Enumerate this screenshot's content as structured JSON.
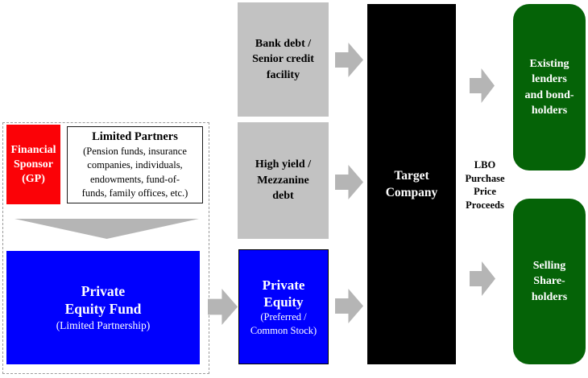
{
  "colors": {
    "red": "#fb0207",
    "blue": "#0000fe",
    "green": "#056307",
    "gray_box": "#c2c2c2",
    "arrow_gray": "#b5b5b5",
    "black": "#000000"
  },
  "sponsor_group": {
    "financial_sponsor_label": "Financial\nSponsor\n(GP)",
    "limited_partners_title": "Limited Partners",
    "limited_partners_desc": "(Pension funds, insurance\ncompanies, individuals,\nendowments, fund-of-\nfunds, family offices, etc.)",
    "pe_fund_title": "Private\nEquity Fund",
    "pe_fund_sub": "(Limited Partnership)"
  },
  "capital_sources": {
    "bank_debt_label": "Bank debt /\nSenior credit\nfacility",
    "high_yield_label": "High yield /\nMezzanine\ndebt",
    "private_equity_title": "Private\nEquity",
    "private_equity_sub": "(Preferred /\nCommon Stock)"
  },
  "target": {
    "label": "Target\nCompany"
  },
  "proceeds": {
    "label": "LBO\nPurchase\nPrice\nProceeds"
  },
  "recipients": {
    "existing_lenders_label": "Existing\nlenders\nand bond-\nholders",
    "selling_shareholders_label": "Selling\nShare-\nholders"
  }
}
